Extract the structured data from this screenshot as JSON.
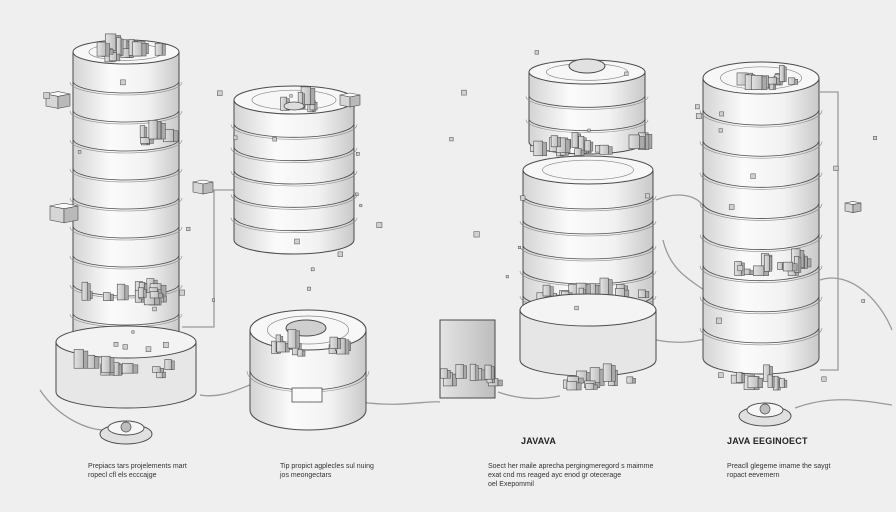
{
  "diagram": {
    "titles": {
      "javava": "JAVAVA",
      "java_eeginoect": "JAVA EEGINOECT"
    },
    "captions": {
      "col1": [
        "Prepiacs tars projelements mart",
        "ropecl cfl els ecccajge"
      ],
      "col2": [
        "Tip propict agplecles sul nuing",
        "jos meongectars"
      ],
      "col3": [
        "Soect her maile aprecha pergingmeregord s maimme",
        "exat cnd ms reaged ayc enod gr otecerage",
        "oel Exepommil"
      ],
      "col4": [
        "Preacll glegeme imame the saygt",
        "ropact eevemern"
      ]
    }
  }
}
